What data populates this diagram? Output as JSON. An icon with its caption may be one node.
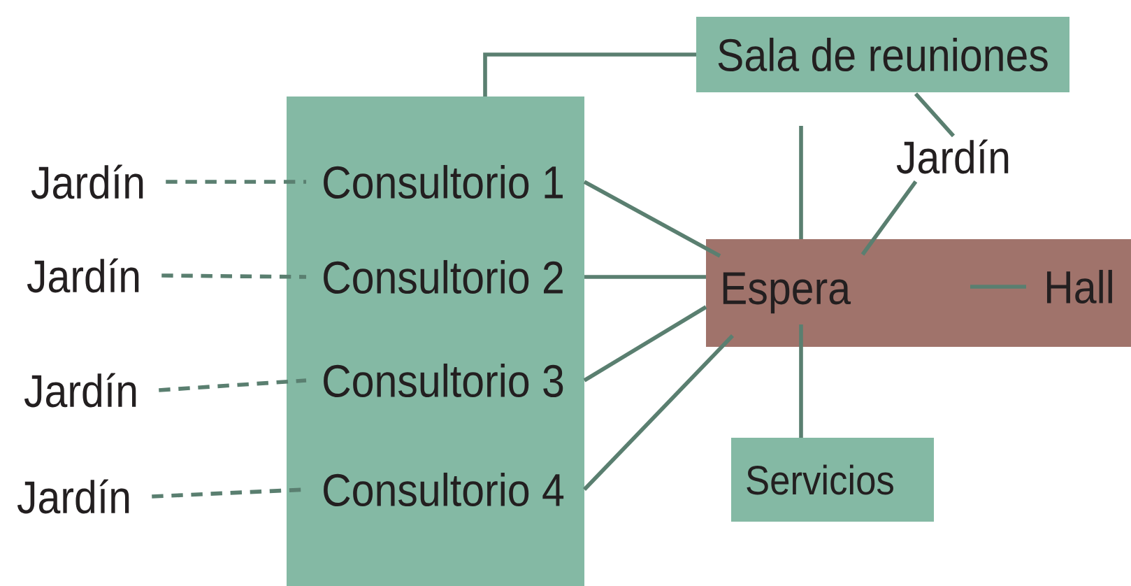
{
  "diagram": {
    "nodes": [
      {
        "text": [
          "Sala de reuniones"
        ]
      },
      {
        "text": [],
        "shape": "box"
      },
      {
        "text": [
          "Consultorio 1"
        ],
        "in": 1
      },
      {
        "text": [
          "Consultorio 2"
        ],
        "in": 1
      },
      {
        "text": [
          "Consultorio 3"
        ],
        "in": 1
      },
      {
        "text": [
          "Consultorio 4"
        ],
        "in": 1
      },
      {
        "text": [
          "Jardín"
        ]
      },
      {
        "text": [
          "Espera"
        ]
      },
      {
        "text": [
          "Hall"
        ],
        "in": 7
      },
      {
        "text": [
          "Servicios"
        ]
      },
      {
        "text": [
          "Jardín"
        ]
      },
      {
        "text": [
          "Jardín"
        ]
      },
      {
        "text": [
          "Jardín"
        ]
      },
      {
        "text": [
          "Jardín"
        ]
      }
    ],
    "edges": [
      {
        "from": 1,
        "to": 0,
        "arrow": "none"
      },
      {
        "from": 2,
        "to": 7,
        "arrow": "none"
      },
      {
        "from": 3,
        "to": 7,
        "arrow": "none"
      },
      {
        "from": 4,
        "to": 7,
        "arrow": "none"
      },
      {
        "from": 5,
        "to": 7,
        "arrow": "none"
      },
      {
        "from": 0,
        "to": 7,
        "arrow": "none"
      },
      {
        "from": 0,
        "to": 6,
        "arrow": "none"
      },
      {
        "from": 6,
        "to": 7,
        "arrow": "none"
      },
      {
        "from": null,
        "to": 8,
        "arrow": "none"
      },
      {
        "from": 7,
        "to": 9,
        "arrow": "none"
      },
      {
        "from": 10,
        "to": 2,
        "arrow": "none",
        "style": "dashed"
      },
      {
        "from": 11,
        "to": 3,
        "arrow": "none",
        "style": "dashed"
      },
      {
        "from": 12,
        "to": 4,
        "arrow": "none",
        "style": "dashed"
      },
      {
        "from": 13,
        "to": 5,
        "arrow": "none",
        "style": "dashed"
      }
    ]
  }
}
